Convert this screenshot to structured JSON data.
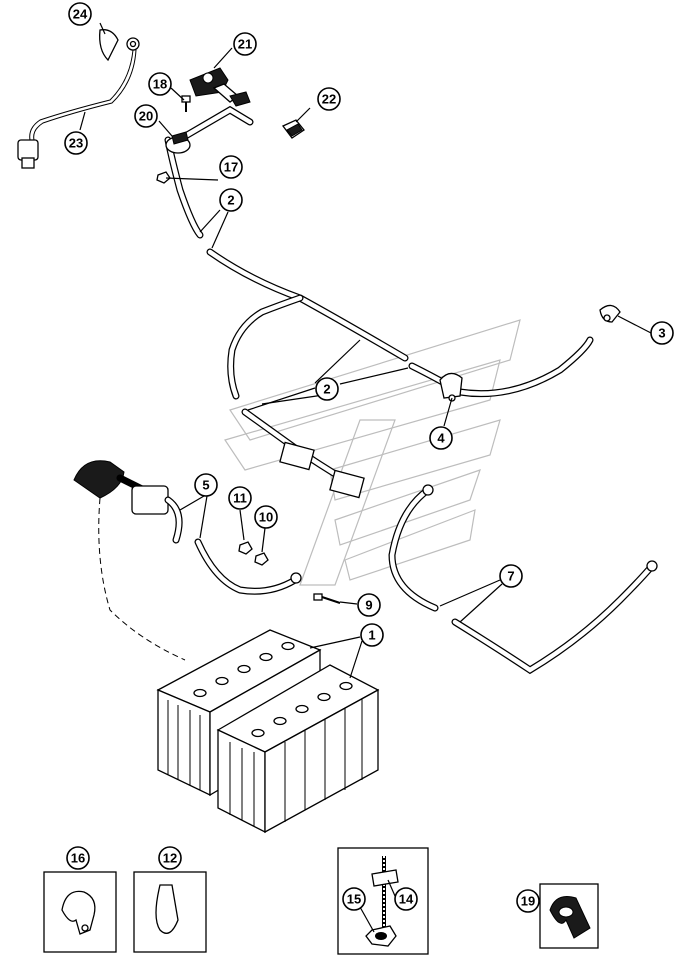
{
  "callouts": {
    "c1": "1",
    "c2a": "2",
    "c2b": "2",
    "c3": "3",
    "c4": "4",
    "c5": "5",
    "c7": "7",
    "c9": "9",
    "c10": "10",
    "c11": "11",
    "c12": "12",
    "c14": "14",
    "c15": "15",
    "c16": "16",
    "c17": "17",
    "c18": "18",
    "c19": "19",
    "c20": "20",
    "c21": "21",
    "c22": "22",
    "c23": "23",
    "c24": "24"
  }
}
